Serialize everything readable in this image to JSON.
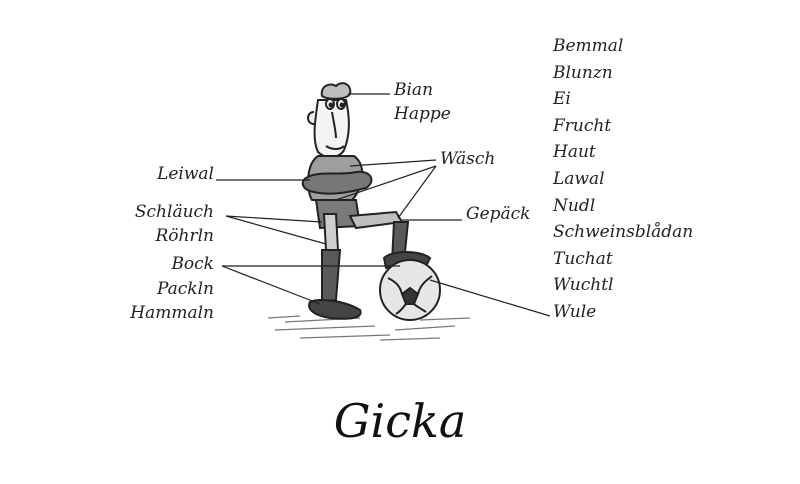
{
  "labels": {
    "bian": "Bian",
    "happe": "Happe",
    "waesch": "Wäsch",
    "leiwal": "Leiwal",
    "schlaeuch": "Schläuch",
    "roehrln": "Röhrln",
    "gepaeck": "Gepäck",
    "bock": "Bock",
    "packln": "Packln",
    "hammaln": "Hammaln"
  },
  "word_list": [
    "Bemmal",
    "Blunzn",
    "Ei",
    "Frucht",
    "Haut",
    "Lawal",
    "Nudl",
    "Schweinsblådan",
    "Tuchat",
    "Wuchtl",
    "Wule"
  ],
  "title": "Gicka"
}
